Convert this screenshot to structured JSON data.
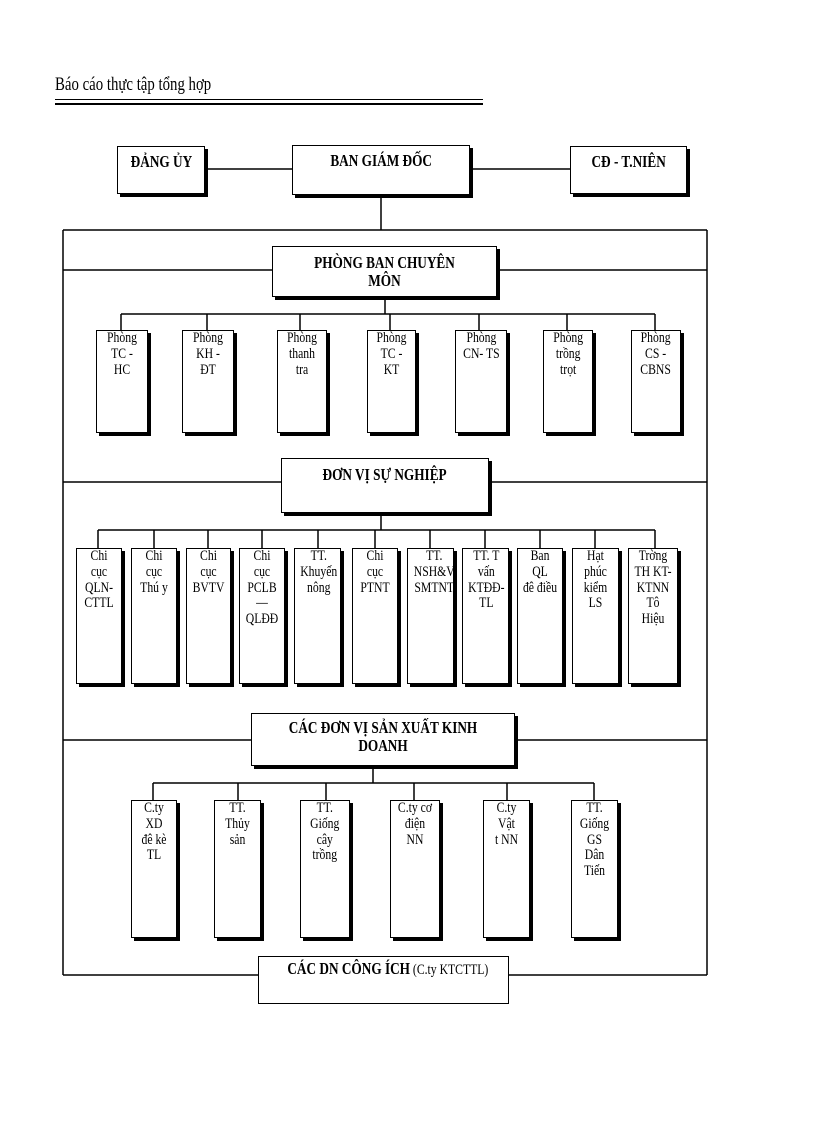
{
  "header": {
    "title": "Báo cáo thực tập tổng hợp"
  },
  "top": {
    "left": "ĐẢNG ỦY",
    "center": "BAN GIÁM ĐỐC",
    "right": "CĐ - T.NIÊN"
  },
  "sections": {
    "phong_ban": "PHÒNG BAN CHUYÊN MÔN",
    "don_vi": "ĐƠN VỊ SỰ NGHIỆP",
    "san_xuat": "CÁC ĐƠN VỊ SẢN XUẤT KINH DOANH",
    "cong_ich_bold": "CÁC DN CÔNG ÍCH",
    "cong_ich_normal": " (C.ty KTCTTL)"
  },
  "phong": [
    "Phòng\nTC - HC",
    "Phòng\nKH - ĐT",
    "Phòng\nthanh tra",
    "Phòng\nTC - KT",
    "Phòng\nCN- TS",
    "Phòng\ntrồng\ntrọt",
    "Phòng\nCS -\nCBNS"
  ],
  "don_vi_items": [
    "Chi cục\nQLN-\nCTTL",
    "Chi cục\nThú y",
    "Chi cục\nBVTV",
    "Chi cục\nPCLB —\nQLĐĐ",
    "TT.\nKhuyến\nnông",
    "Chi cục\nPTNT",
    "TT.\nNSH&V\nSMTNT",
    "TT. T\nvấn\nKTĐĐ-\nTL",
    "Ban QL\nđê điều",
    "Hạt phúc\nkiểm LS",
    "Trờng\nTH KT-\nKTNN\nTô Hiệu"
  ],
  "sx_items": [
    "C.ty XD\nđê kè TL",
    "TT.\nThủy sản",
    "TT.\nGiống\ncây\ntrồng",
    "C.ty cơ\nđiện NN",
    "C.ty Vật\nt  NN",
    "TT.\nGiống\nGS Dân\nTiến"
  ]
}
